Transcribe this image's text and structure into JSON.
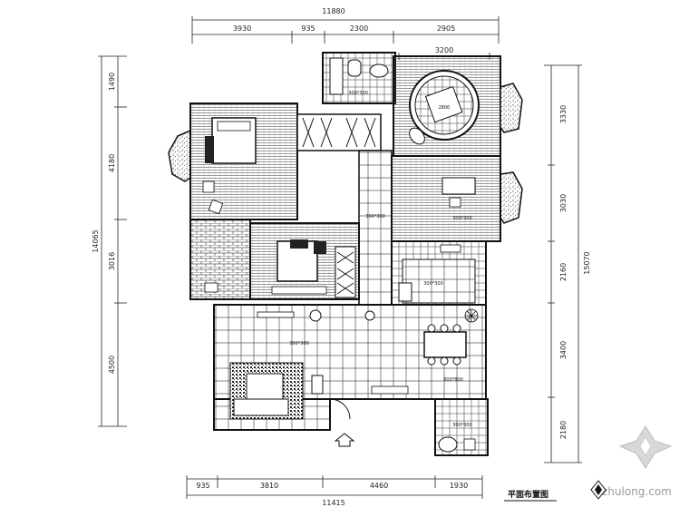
{
  "dimensions": {
    "top_total": "11880",
    "top": [
      "3930",
      "935",
      "2300",
      "2905"
    ],
    "top_sub": "3200",
    "left_total": "14065",
    "left": [
      "1490",
      "4180",
      "3016",
      "4500"
    ],
    "right_total": "15070",
    "right": [
      "3330",
      "3030",
      "2160",
      "3400",
      "2180"
    ],
    "bottom": [
      "935",
      "3810",
      "4460",
      "1930"
    ],
    "bottom_total": "11415"
  },
  "room_labels": {
    "bath": "300*300",
    "round": "2800",
    "corridor": "300*300",
    "study": "300*300",
    "kitchen": "300*300",
    "living": "300*300",
    "dining": "800*800",
    "laundry": "300*300"
  },
  "title": "平面布置图",
  "watermark": "zhulong.com",
  "colors": {
    "line": "#111111",
    "hatch": "#444444",
    "watermark": "#a0a0a0"
  }
}
